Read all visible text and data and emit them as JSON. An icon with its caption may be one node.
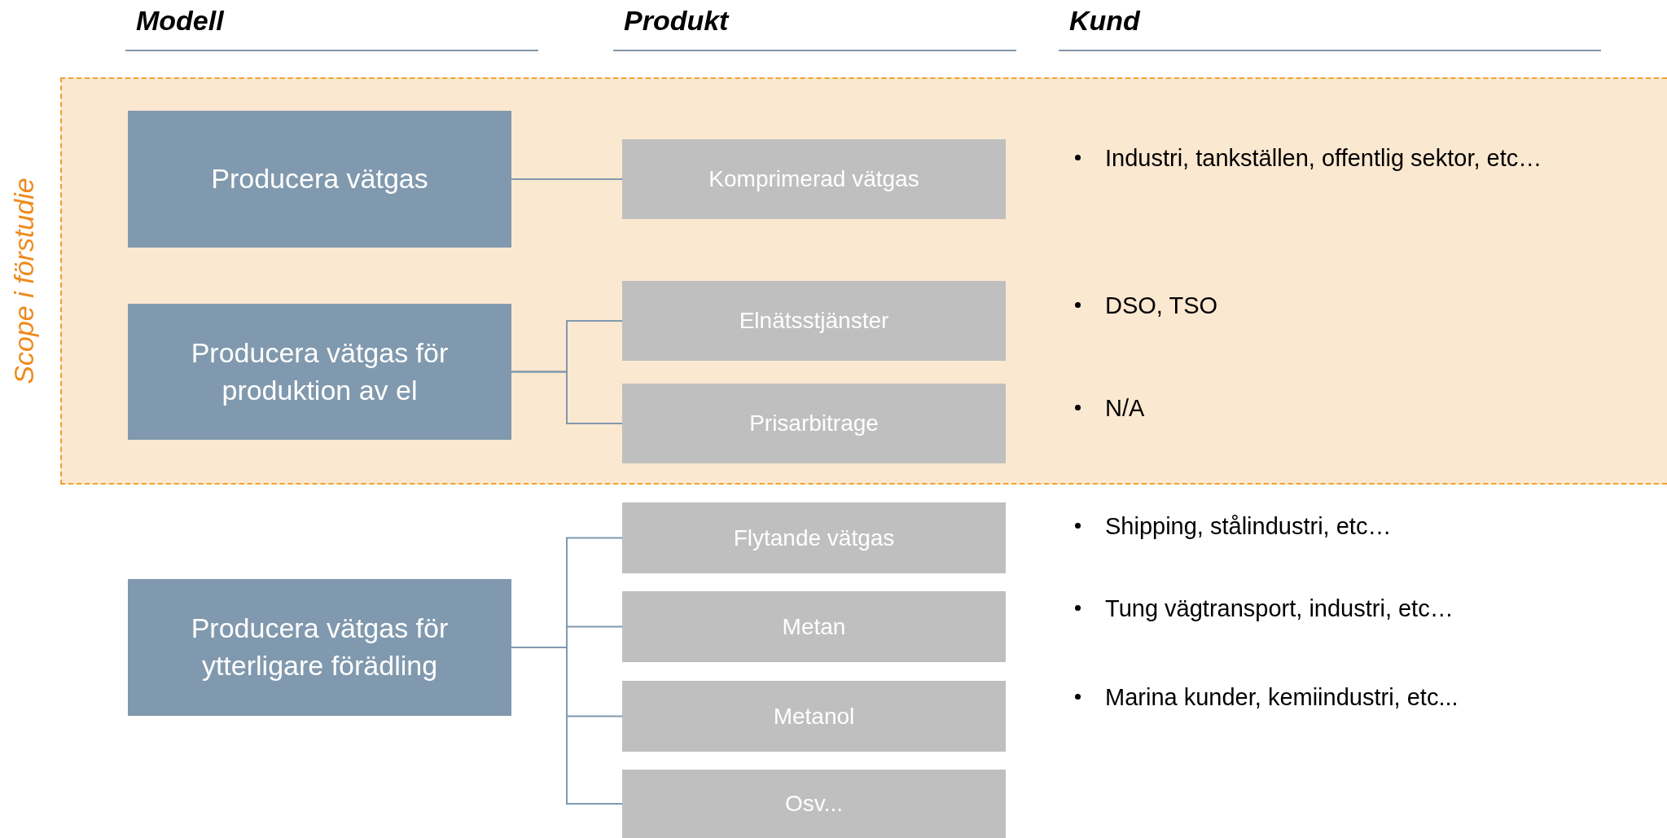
{
  "diagram": {
    "nodes": [
      {
        "text": [
          "Scope i förstudie"
        ]
      },
      {
        "text": [
          "Producera vätgas"
        ],
        "in": 0
      },
      {
        "text": [
          "Komprimerad vätgas"
        ],
        "in": 0
      },
      {
        "text": [
          "Producera vätgas för produktion av el"
        ],
        "in": 0
      },
      {
        "text": [
          "Elnätsstjänster"
        ],
        "in": 0
      },
      {
        "text": [
          "Prisarbitrage"
        ],
        "in": 0
      },
      {
        "text": [
          "Producera vätgas för ytterligare förädling"
        ]
      },
      {
        "text": [
          "Flytande vätgas"
        ]
      },
      {
        "text": [
          "Metan"
        ]
      },
      {
        "text": [
          "Metanol"
        ]
      },
      {
        "text": [
          "Osv..."
        ]
      }
    ],
    "edges": [
      {
        "from": 1,
        "to": 2,
        "arrow": "none"
      },
      {
        "from": 3,
        "to": 4,
        "arrow": "none"
      },
      {
        "from": 3,
        "to": 5,
        "arrow": "none"
      },
      {
        "from": 6,
        "to": 7,
        "arrow": "none"
      },
      {
        "from": 6,
        "to": 8,
        "arrow": "none"
      },
      {
        "from": 6,
        "to": 9,
        "arrow": "none"
      },
      {
        "from": 6,
        "to": 10,
        "arrow": "none"
      }
    ],
    "labels": [
      "Modell",
      "Produkt",
      "Kund",
      "Industri, tankställen, offentlig sektor, etc…",
      "DSO, TSO",
      "N/A",
      "Shipping, stålindustri, etc…",
      "Tung vägtransport, industri, etc…",
      "Marina kunder, kemiindustri, etc..."
    ]
  }
}
